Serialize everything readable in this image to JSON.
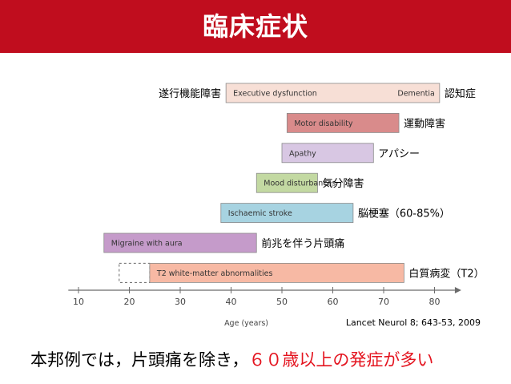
{
  "header": {
    "title": "臨床症状"
  },
  "footer": {
    "text_plain": "本邦例では，片頭痛を除き，",
    "text_accent": "６０歳以上の発症が多い"
  },
  "citation": "Lancet Neurol 8; 643-53, 2009",
  "chart_data": {
    "type": "bar",
    "xlabel": "Age (years)",
    "xlim": [
      8,
      84
    ],
    "ticks": [
      10,
      20,
      30,
      40,
      50,
      60,
      70,
      80
    ],
    "bars": [
      {
        "start": 39,
        "end": 81,
        "label_en": "Executive dysfunction",
        "label_en_end": "Dementia",
        "label_left_jp": "遂行機能障害",
        "label_right_jp": "認知症",
        "color": "#f7dfd6"
      },
      {
        "start": 51,
        "end": 73,
        "label_en": "Motor disability",
        "label_en_end": "",
        "label_left_jp": "",
        "label_right_jp": "運動障害",
        "color": "#d98b8b"
      },
      {
        "start": 50,
        "end": 68,
        "label_en": "Apathy",
        "label_en_end": "",
        "label_left_jp": "",
        "label_right_jp": "アパシー",
        "color": "#d8c7e3"
      },
      {
        "start": 45,
        "end": 57,
        "label_en": "Mood disturbances",
        "label_en_end": "",
        "label_left_jp": "",
        "label_right_jp": "気分障害",
        "color": "#c3d9a2"
      },
      {
        "start": 38,
        "end": 64,
        "label_en": "Ischaemic stroke",
        "label_en_end": "",
        "label_left_jp": "",
        "label_right_jp": "脳梗塞（60-85%）",
        "color": "#a7d3e1"
      },
      {
        "start": 15,
        "end": 45,
        "label_en": "Migraine with aura",
        "label_en_end": "",
        "label_left_jp": "",
        "label_right_jp": "前兆を伴う片頭痛",
        "color": "#c59bca"
      },
      {
        "start": 24,
        "end": 74,
        "label_en": "T2 white-matter abnormalities",
        "label_en_end": "",
        "label_left_jp": "",
        "label_right_jp": "白質病変（T2）",
        "color": "#f7b9a4",
        "dashed_start": 18
      }
    ]
  }
}
